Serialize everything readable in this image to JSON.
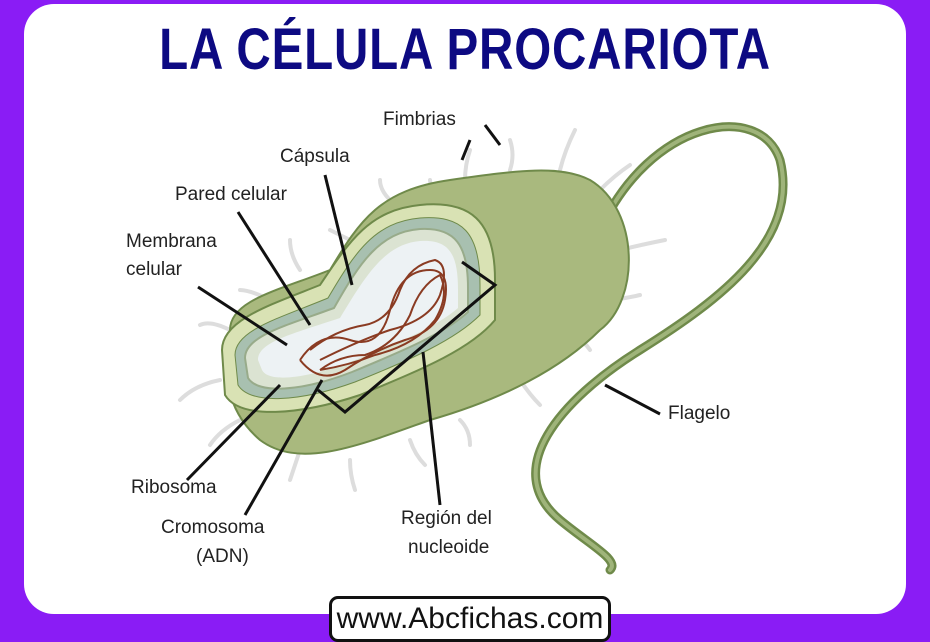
{
  "title": "LA CÉLULA PROCARIOTA",
  "labels": {
    "fimbrias": "Fimbrias",
    "capsula": "Cápsula",
    "pared": "Pared celular",
    "membrana_1": "Membrana",
    "membrana_2": "celular",
    "flagelo": "Flagelo",
    "ribosoma": "Ribosoma",
    "cromosoma_1": "Cromosoma",
    "cromosoma_2": "(ADN)",
    "region_1": "Región del",
    "region_2": "nucleoide"
  },
  "watermark": "www.Abcfichas.com",
  "colors": {
    "border": "#8a1cf5",
    "title": "#0d0a82",
    "cell": "#a9b97e",
    "dna": "#8a3b22"
  }
}
